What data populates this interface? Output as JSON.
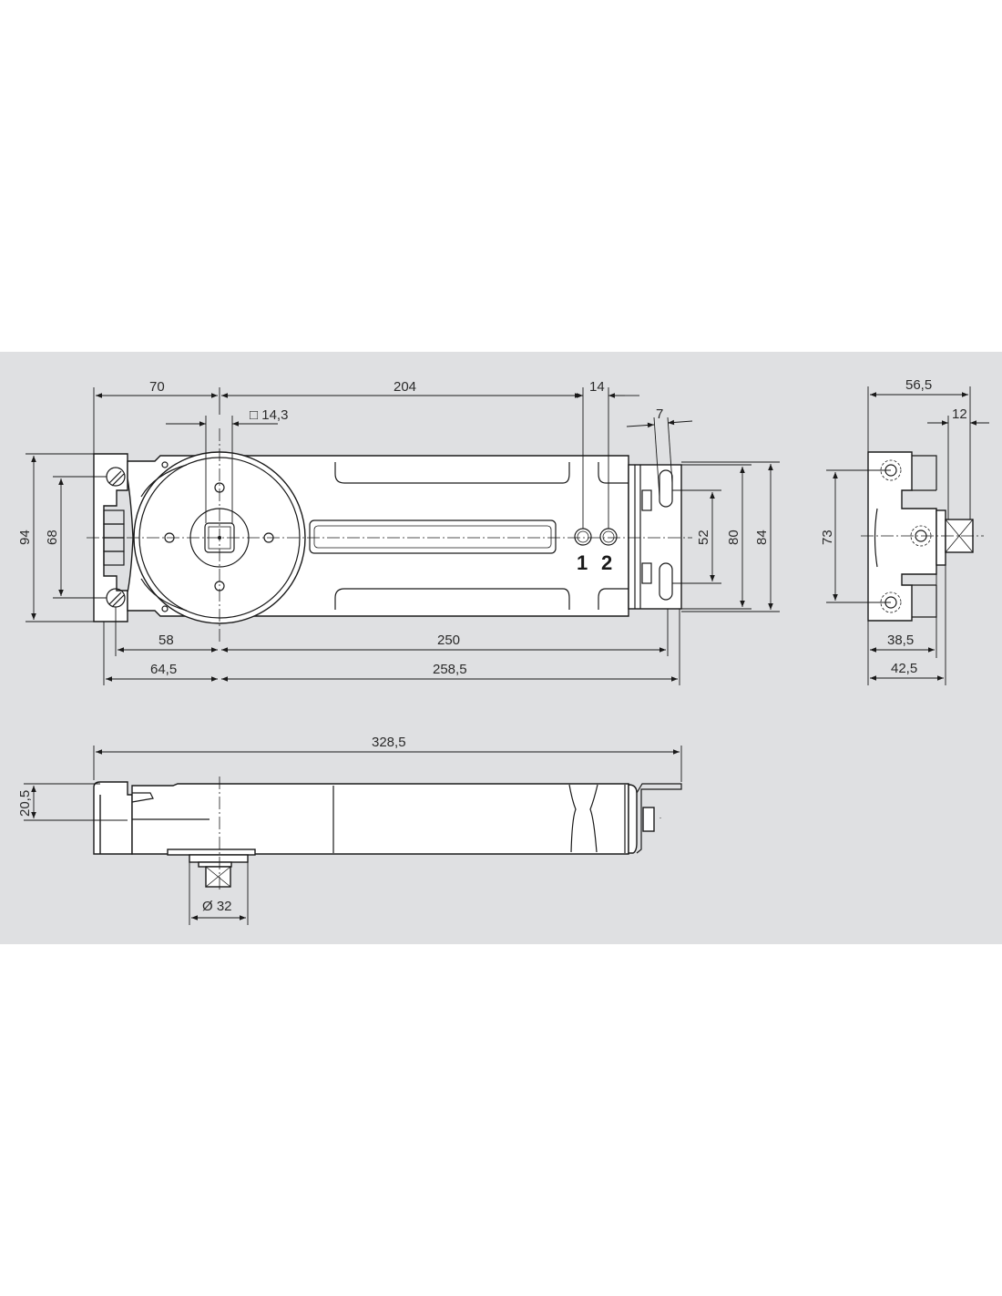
{
  "drawing": {
    "background_color": "#dfe0e2",
    "line_color": "#1a1a1a",
    "top_view": {
      "dims": {
        "w70": "70",
        "w204": "204",
        "w14": "14",
        "sq": "□ 14,3",
        "w7": "7",
        "h94": "94",
        "h68": "68",
        "h52": "52",
        "h80": "80",
        "h84": "84",
        "w58": "58",
        "w250": "250",
        "w64_5": "64,5",
        "w258_5": "258,5"
      },
      "valve_labels": [
        "1",
        "2"
      ]
    },
    "side_view": {
      "dims": {
        "w56_5": "56,5",
        "w12": "12",
        "h73": "73",
        "w38_5": "38,5",
        "w42_5": "42,5"
      }
    },
    "front_view": {
      "dims": {
        "w328_5": "328,5",
        "h20_5": "20,5",
        "d32": "Ø 32"
      }
    }
  }
}
